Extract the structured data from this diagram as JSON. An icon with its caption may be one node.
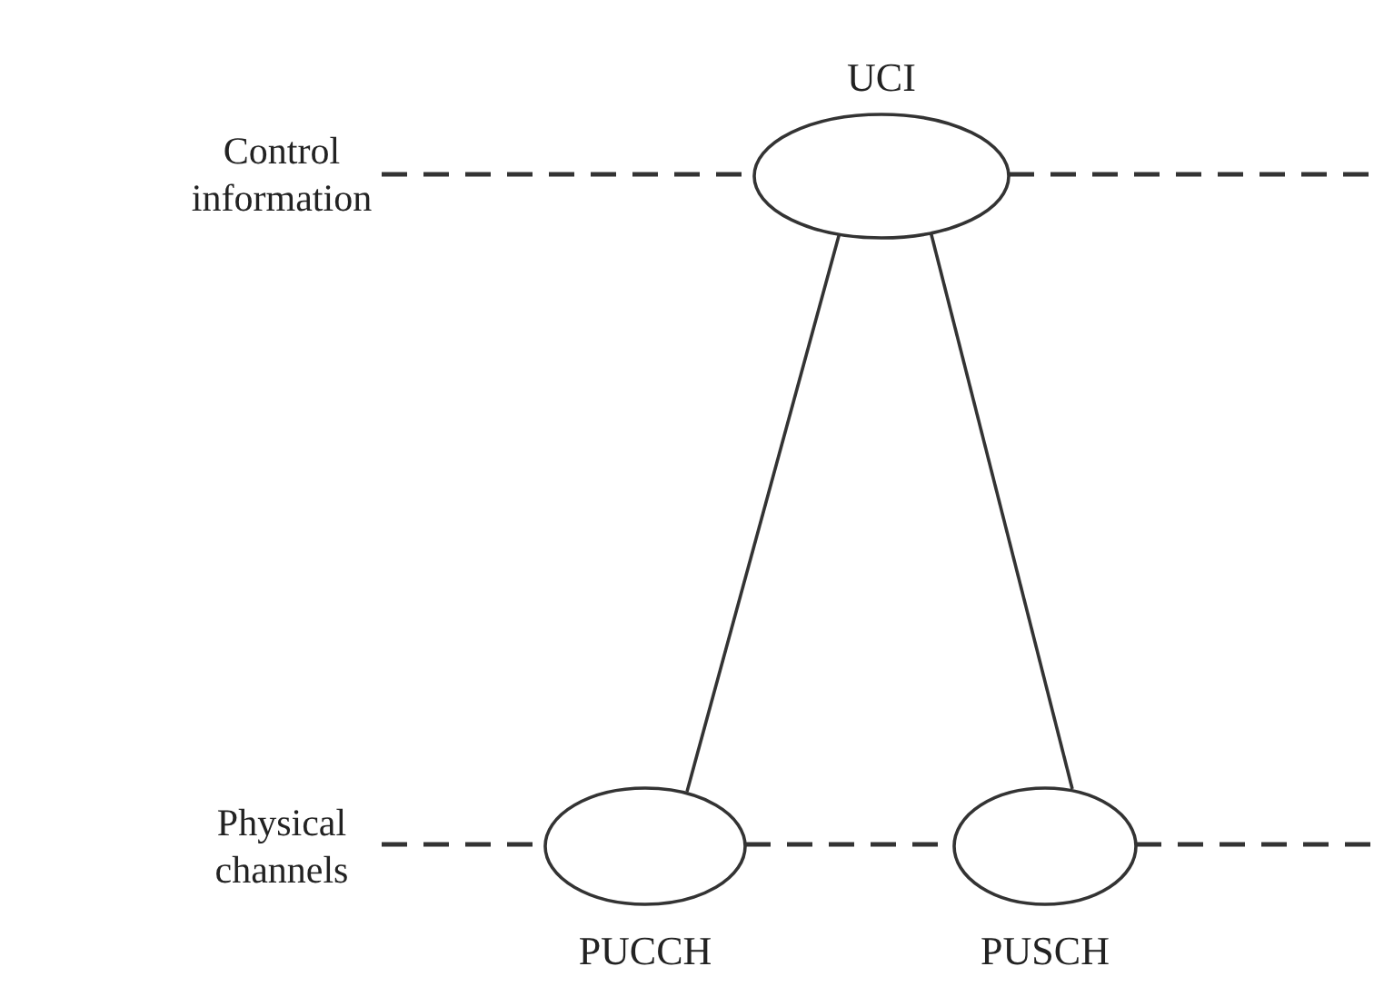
{
  "diagram": {
    "nodes": [
      {
        "text": [
          "UCI"
        ]
      },
      {
        "text": [
          "PUCCH"
        ]
      },
      {
        "text": [
          "PUSCH"
        ]
      }
    ],
    "edges": [
      {
        "from": 0,
        "to": 1,
        "arrow": "none"
      },
      {
        "from": 0,
        "to": 2,
        "arrow": "none"
      }
    ],
    "labels": [
      "Control information",
      "Physical channels"
    ]
  }
}
